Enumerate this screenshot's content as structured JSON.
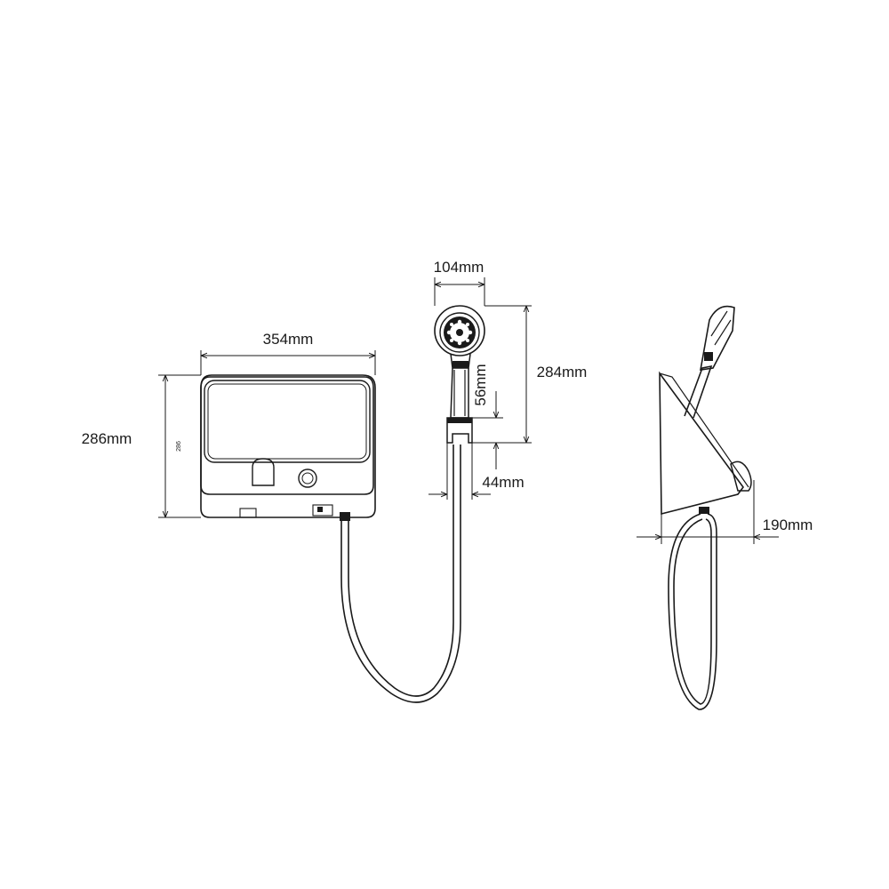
{
  "dimensions": {
    "width_front": "354mm",
    "height_front": "286mm",
    "height_front_small": "286",
    "head_width": "104mm",
    "head_height": "284mm",
    "bracket_height": "56mm",
    "bracket_width": "44mm",
    "depth_side": "190mm"
  },
  "colors": {
    "stroke": "#1a1a1a",
    "background": "#ffffff"
  }
}
